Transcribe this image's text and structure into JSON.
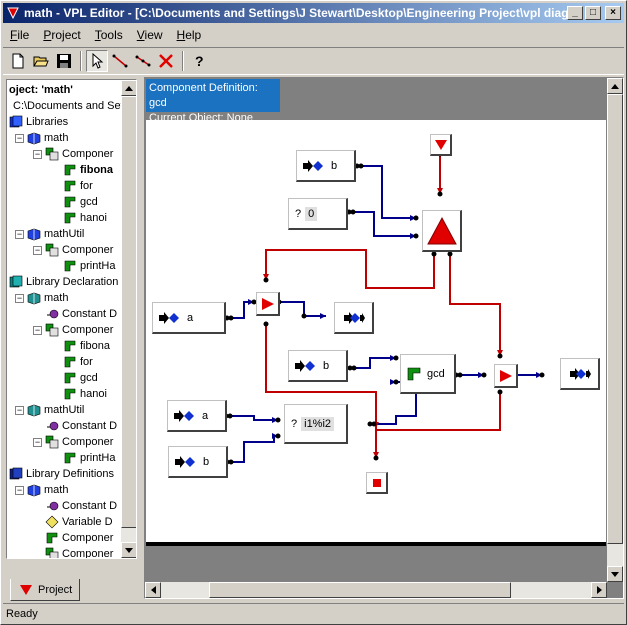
{
  "window": {
    "title": "math - VPL Editor - [C:\\Documents and Settings\\J Stewart\\Desktop\\Engineering Project\\vpl diagra...",
    "minimize": "_",
    "maximize": "□",
    "close": "×"
  },
  "menu": [
    {
      "label": "File",
      "u": "F",
      "rest": "ile"
    },
    {
      "label": "Project",
      "u": "P",
      "rest": "roject"
    },
    {
      "label": "Tools",
      "u": "T",
      "rest": "ools"
    },
    {
      "label": "View",
      "u": "V",
      "rest": "iew"
    },
    {
      "label": "Help",
      "u": "H",
      "rest": "elp"
    }
  ],
  "toolbar": {
    "help_glyph": "?"
  },
  "tree": {
    "header": "oject: 'math'",
    "path": "C:\\Documents and Set",
    "rows": [
      {
        "label": "Libraries"
      },
      {
        "label": "math"
      },
      {
        "label": "Componer"
      },
      {
        "label": "fibona"
      },
      {
        "label": "for"
      },
      {
        "label": "gcd"
      },
      {
        "label": "hanoi"
      },
      {
        "label": "mathUtil"
      },
      {
        "label": "Componer"
      },
      {
        "label": "printHa"
      },
      {
        "label": "Library Declaration"
      },
      {
        "label": "math"
      },
      {
        "label": "Constant D"
      },
      {
        "label": "Componer"
      },
      {
        "label": "fibona"
      },
      {
        "label": "for"
      },
      {
        "label": "gcd"
      },
      {
        "label": "hanoi"
      },
      {
        "label": "mathUtil"
      },
      {
        "label": "Constant D"
      },
      {
        "label": "Componer"
      },
      {
        "label": "printHa"
      },
      {
        "label": "Library Definitions"
      },
      {
        "label": "math"
      },
      {
        "label": "Constant D"
      },
      {
        "label": "Variable D"
      },
      {
        "label": "Componer"
      },
      {
        "label": "Componer"
      }
    ]
  },
  "tab": {
    "label": "Project"
  },
  "info": {
    "definition": "Component Definition: gcd",
    "current": "Current Object: None"
  },
  "nodes": {
    "b_top": "b",
    "const_q": "?",
    "const_val": "0",
    "a_left": "a",
    "b_mid": "b",
    "gcd": "gcd",
    "a_low": "a",
    "b_low": "b",
    "expr_q": "?",
    "expr_val": "i1%i2"
  },
  "status": "Ready",
  "colors": {
    "wire_blue": "#00008b",
    "wire_red": "#c00000",
    "node_red": "#e00000",
    "node_green": "#109010",
    "node_blue": "#1030d0"
  }
}
